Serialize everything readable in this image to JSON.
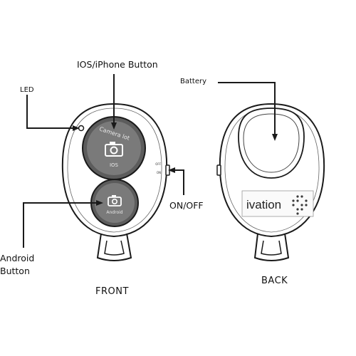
{
  "labels": {
    "ios_button": "IOS/iPhone Button",
    "led": "LED",
    "battery": "Battery",
    "on_off": "ON/OFF",
    "android_line1": "Android",
    "android_line2": "Button",
    "front": "FRONT",
    "back": "BACK"
  },
  "device": {
    "ios_button_text": [
      "Camera lot",
      "IOS"
    ],
    "android_button_text": "Android",
    "switch_marks": [
      "OFF",
      "ON"
    ]
  },
  "logo": {
    "text": "ivation"
  },
  "colors": {
    "outline": "#1a1a1a",
    "button_fill": "#7a7a7a",
    "button_ring": "#5c5c5c",
    "logo_dots": "#3a3a3a"
  }
}
